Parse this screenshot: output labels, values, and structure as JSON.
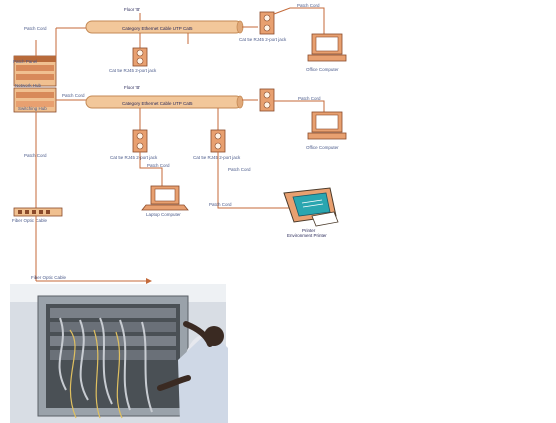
{
  "labels": {
    "floor_top": "Floor 'B'",
    "floor_mid": "Floor 'B'",
    "cable_top": "Category Ethernet Cable UTP Cat5",
    "cable_mid": "Category Ethernet Cable UTP Cat5",
    "patch_cord": "Patch Cord",
    "wall_jack": "Cat 5e RJ45 2-port jack",
    "pc": "Office Computer",
    "laptop": "Laptop Computer",
    "printer_line1": "Printer",
    "printer_line2": "Environment Printer",
    "patch_panel": "Patch Panel",
    "network_hub": "Network Hub",
    "switch_hub": "Switching Hub",
    "fiber_link": "Fiber Optic Cable",
    "patch_cord_left": "Patch Cord",
    "fiber_link2": "Fiber Optic Cable"
  },
  "colors": {
    "cable_fill": "#f2c79a",
    "cable_stroke": "#c48a55",
    "line": "#c46a3a",
    "device": "#e8a070",
    "device_dark": "#b86a3a",
    "label": "#4a5a8a"
  }
}
